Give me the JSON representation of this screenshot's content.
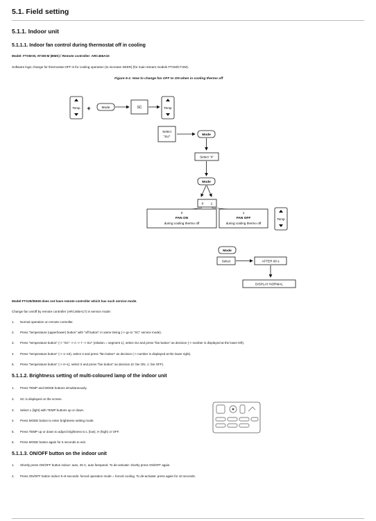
{
  "headings": {
    "h_field": "5.1.  Field setting",
    "h_indoor": "5.1.1.  Indoor unit",
    "h_fan": "5.1.1.1.  Indoor fan control during thermostat off in cooling",
    "h_lamp": "5.1.1.2.  Brightness setting of multi-coloured lamp of the indoor unit",
    "h_onoff": "5.1.1.3.  ON/OFF button on the indoor unit"
  },
  "section_fan": {
    "model_line": "Model: FTXM-M, ATXM-M (BMS) / Remote controller: ARC466A33",
    "description": "Software logic change for thermostat OFF is for cooling operation (to increase SEER) (for main stream models FTXM/CTXM).",
    "figure_caption": "Figure 5-1: How to change fan OFF to ON when in cooling thermo off"
  },
  "diagram": {
    "temp_label": "Temp",
    "plus": "+",
    "mode_label": "Mode",
    "sc_label": "SC",
    "select_su_1": "Select",
    "select_su_2": "\"SU\"",
    "select_4": "Select \"4\"",
    "digit_0": "0",
    "digit_1": "1",
    "fan_on_num": "0",
    "fan_on_title": "FAN ON",
    "fan_on_sub": "during cooling thermo off",
    "fan_off_num": "1",
    "fan_off_title": "FAN OFF",
    "fan_off_sub": "during cooling thermo off",
    "select_label": "Select",
    "after_label": "AFTER 60 s",
    "display_normal": "DISPLAY NORMAL"
  },
  "section_ftx": {
    "model_line": "Model FTX25/35KM does not have remote controller which has such service mode.",
    "intro": "Change fan on/off by remote controller (ARC466A17) in service mode:",
    "steps": [
      "Normal operation on remote controller.",
      "Press \"temperature (upper/lower) button\" with \"off button\" in same timing (-> go to \"SC\" service mode).",
      "Press \"temperature button\" (-> \"SC\" -> A -> 7 -> SU\" (relation = segment 1), select SU and press \"fan button\" as decision (-> number is displayed at the lower left).",
      "Press \"temperature button\" (-> 1~10), select 4 and press \"fan button\" as decision (-> number is displayed at the lower right).",
      "Press \"temperature button\" (-> 0~1), select 0 and press \"fan button\" as decision (0: fan ON, 1: fan OFF)."
    ]
  },
  "section_lamp": {
    "steps": [
      "Press TEMP and MODE buttons simultaneously.",
      "SC is displayed on the screen.",
      "Select L (light) with TEMP buttons up or down.",
      "Press MODE button to enter brightness setting mode.",
      "Press TEMP up or down to adjust brightness to L (low), H (high) or OFF.",
      "Press MODE button again for 5 seconds to exit."
    ]
  },
  "section_onoff": {
    "steps": [
      "Shortly press ON/OFF button indoor: auto, 25 C, auto fanspeed. To de-activate: shortly press ON/OFF again.",
      "Press ON/OFF button indoor 5~8 seconds: forced operation mode = forced cooling. To de-activate: press again for 10 seconds."
    ]
  }
}
